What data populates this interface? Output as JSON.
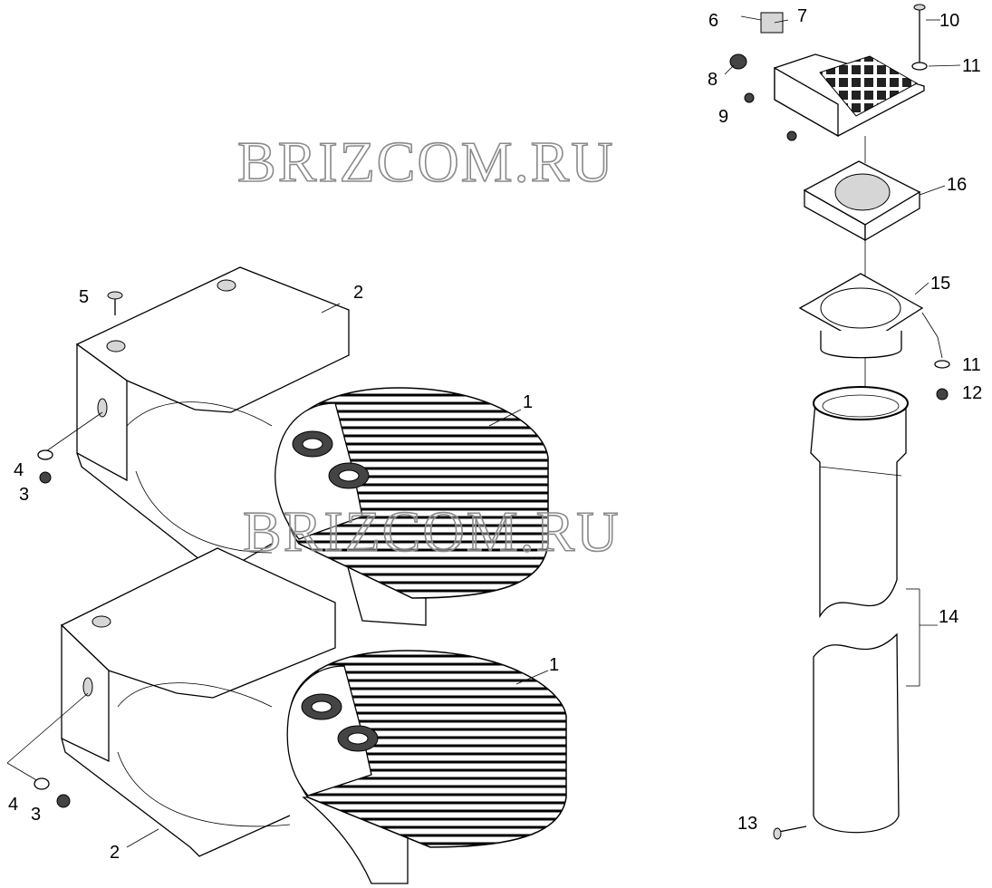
{
  "diagram": {
    "watermark": "BRIZCOM.RU",
    "watermark_color": "#8a8a8a",
    "parts": [
      {
        "id": "heater-upper",
        "label": "1"
      },
      {
        "id": "heater-lower",
        "label": "1"
      },
      {
        "id": "bracket-upper",
        "label": "2"
      },
      {
        "id": "bracket-lower",
        "label": "2"
      },
      {
        "id": "nut-upper",
        "label": "3"
      },
      {
        "id": "nut-lower",
        "label": "3"
      },
      {
        "id": "washer-upper",
        "label": "4"
      },
      {
        "id": "washer-lower",
        "label": "4"
      },
      {
        "id": "screw-top",
        "label": "5"
      },
      {
        "id": "screw-switch",
        "label": "6"
      },
      {
        "id": "switch",
        "label": "7"
      },
      {
        "id": "grommet",
        "label": "8"
      },
      {
        "id": "cable-gland",
        "label": "9"
      },
      {
        "id": "bolt",
        "label": "10"
      },
      {
        "id": "washer-top",
        "label": "11"
      },
      {
        "id": "washer-flange",
        "label": "11"
      },
      {
        "id": "nut-flange",
        "label": "12"
      },
      {
        "id": "screw-pipe",
        "label": "13"
      },
      {
        "id": "pipe",
        "label": "14"
      },
      {
        "id": "flange",
        "label": "15"
      },
      {
        "id": "fan",
        "label": "16"
      }
    ]
  }
}
